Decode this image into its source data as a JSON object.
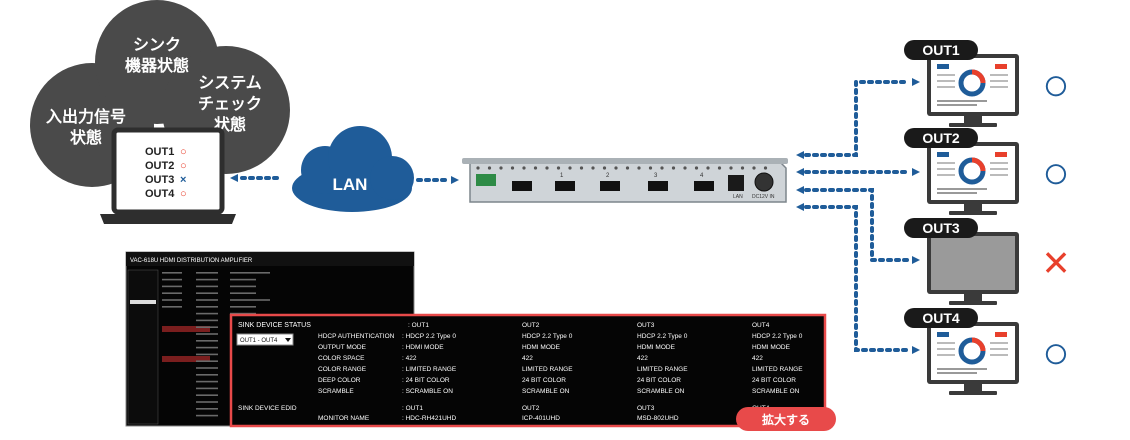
{
  "bubbles": {
    "sync": "シンク\n機器状態",
    "io": "入出力信号\n状態",
    "system": "システム\nチェック\n状態"
  },
  "laptop_list": [
    {
      "label": "OUT1",
      "mark": "○"
    },
    {
      "label": "OUT2",
      "mark": "○"
    },
    {
      "label": "OUT3",
      "mark": "×"
    },
    {
      "label": "OUT4",
      "mark": "○"
    }
  ],
  "lan_label": "LAN",
  "device": {
    "port_labels": [
      "1",
      "2",
      "3",
      "4"
    ],
    "lan_port_label": "LAN",
    "power_label": "DC12V IN"
  },
  "outputs": [
    {
      "label": "OUT1",
      "status": "○",
      "screen_on": true
    },
    {
      "label": "OUT2",
      "status": "○",
      "screen_on": true
    },
    {
      "label": "OUT3",
      "status": "×",
      "screen_on": false
    },
    {
      "label": "OUT4",
      "status": "○",
      "screen_on": true
    }
  ],
  "web_ui": {
    "title": "VAC-618U HDMI DISTRIBUTION AMPLIFIER",
    "section_label": "SINK DEVICE STATUS",
    "selector_value": "OUT1 - OUT4",
    "columns": [
      "OUT1",
      "OUT2",
      "OUT3",
      "OUT4"
    ],
    "rows": [
      {
        "label": "HDCP AUTHENTICATION",
        "values": [
          "HDCP 2.2 Type 0",
          "HDCP 2.2 Type 0",
          "HDCP 2.2 Type 0",
          "HDCP 2.2 Type 0"
        ]
      },
      {
        "label": "OUTPUT MODE",
        "values": [
          "HDMI MODE",
          "HDMI MODE",
          "HDMI MODE",
          "HDMI MODE"
        ]
      },
      {
        "label": "COLOR SPACE",
        "values": [
          "422",
          "422",
          "422",
          "422"
        ]
      },
      {
        "label": "COLOR RANGE",
        "values": [
          "LIMITED RANGE",
          "LIMITED RANGE",
          "LIMITED RANGE",
          "LIMITED RANGE"
        ]
      },
      {
        "label": "DEEP COLOR",
        "values": [
          "24 BIT COLOR",
          "24 BIT COLOR",
          "24 BIT COLOR",
          "24 BIT COLOR"
        ]
      },
      {
        "label": "SCRAMBLE",
        "values": [
          "SCRAMBLE ON",
          "SCRAMBLE ON",
          "SCRAMBLE ON",
          "SCRAMBLE ON"
        ]
      }
    ],
    "edid_label": "SINK DEVICE EDID",
    "edid_columns": [
      "OUT1",
      "OUT2",
      "OUT3",
      "OUT4"
    ],
    "monitor_label": "MONITOR NAME",
    "monitor_values": [
      "HDC-RH421UHD",
      "ICP-401UHD",
      "MSD-802UHD",
      ""
    ],
    "zoom_badge": "拡大する"
  },
  "colors": {
    "bubble": "#4a4a4a",
    "cloud": "#1f5c99",
    "dots": "#1f5c99",
    "status_ok": "#1f5c99",
    "status_ng": "#e8402c",
    "badge": "#e84a4a",
    "zoom_frame": "#e84a4a",
    "monitor_frame": "#3a3a3a"
  }
}
